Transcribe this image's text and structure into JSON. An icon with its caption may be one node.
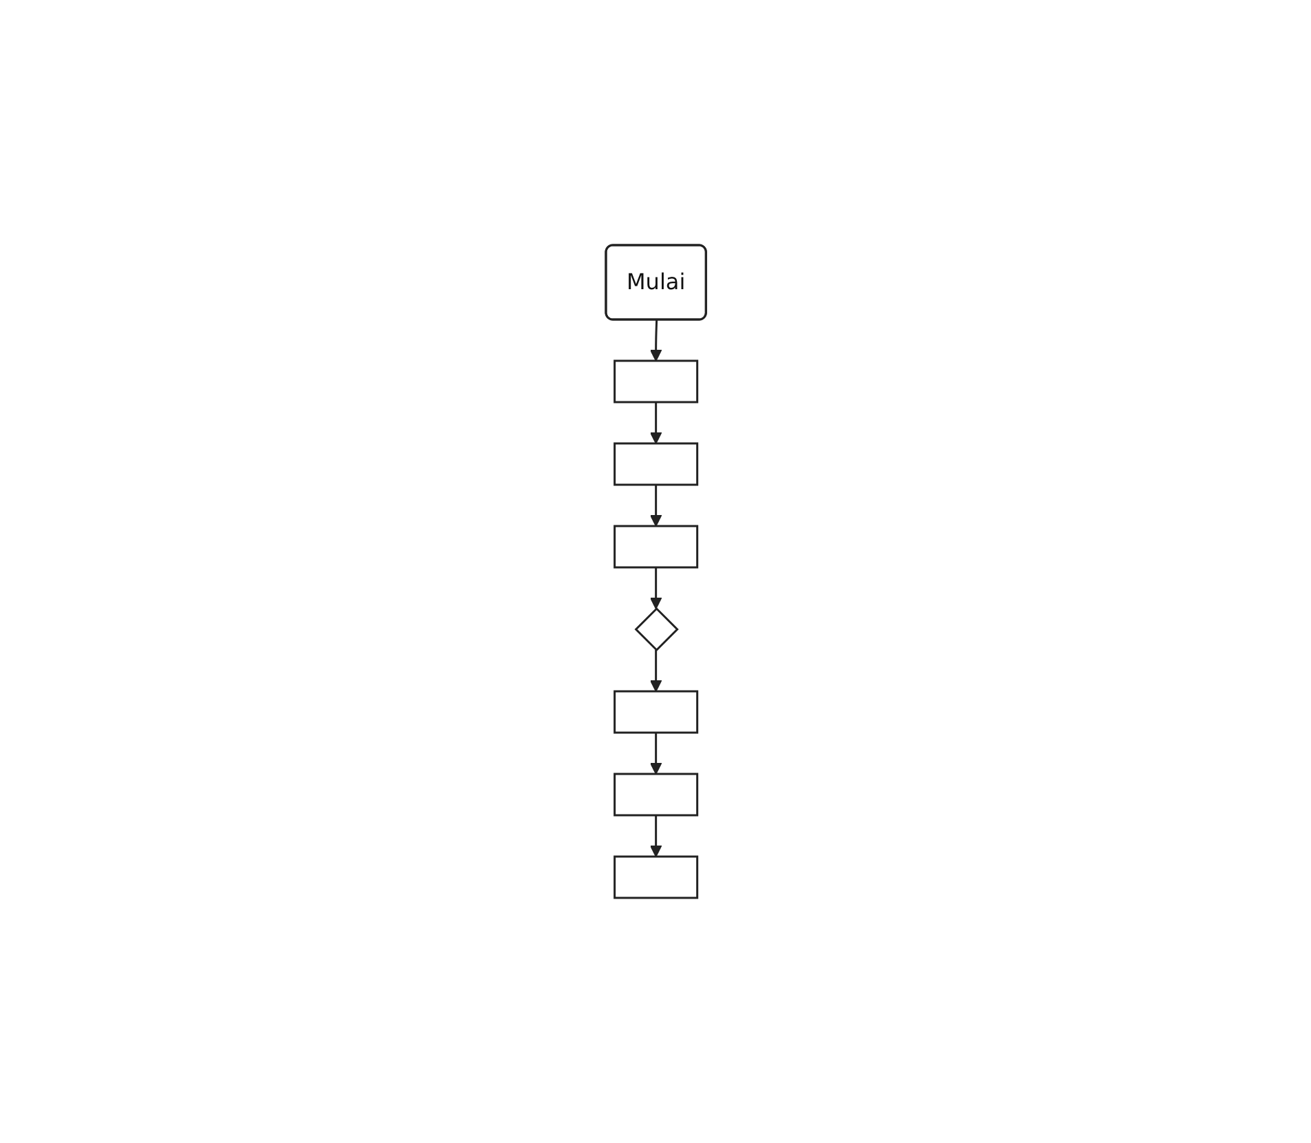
{
  "diagram": {
    "nodes": [
      {
        "text": [
          "Mulai"
        ]
      },
      {
        "text": [],
        "shape": "box"
      },
      {
        "text": [],
        "shape": "box"
      },
      {
        "text": [],
        "shape": "box"
      },
      {
        "text": [],
        "shape": "diamond"
      },
      {
        "text": [],
        "shape": "box"
      },
      {
        "text": [],
        "shape": "box"
      },
      {
        "text": [],
        "shape": "box"
      }
    ],
    "edges": [
      {
        "from": 0,
        "to": 1,
        "arrow": "to"
      },
      {
        "from": 1,
        "to": 2,
        "arrow": "to"
      },
      {
        "from": 2,
        "to": 3,
        "arrow": "to"
      },
      {
        "from": 3,
        "to": 4,
        "arrow": "to"
      },
      {
        "from": 4,
        "to": 5,
        "arrow": "to"
      },
      {
        "from": 5,
        "to": 6,
        "arrow": "to"
      },
      {
        "from": 6,
        "to": 7,
        "arrow": "to"
      }
    ]
  }
}
